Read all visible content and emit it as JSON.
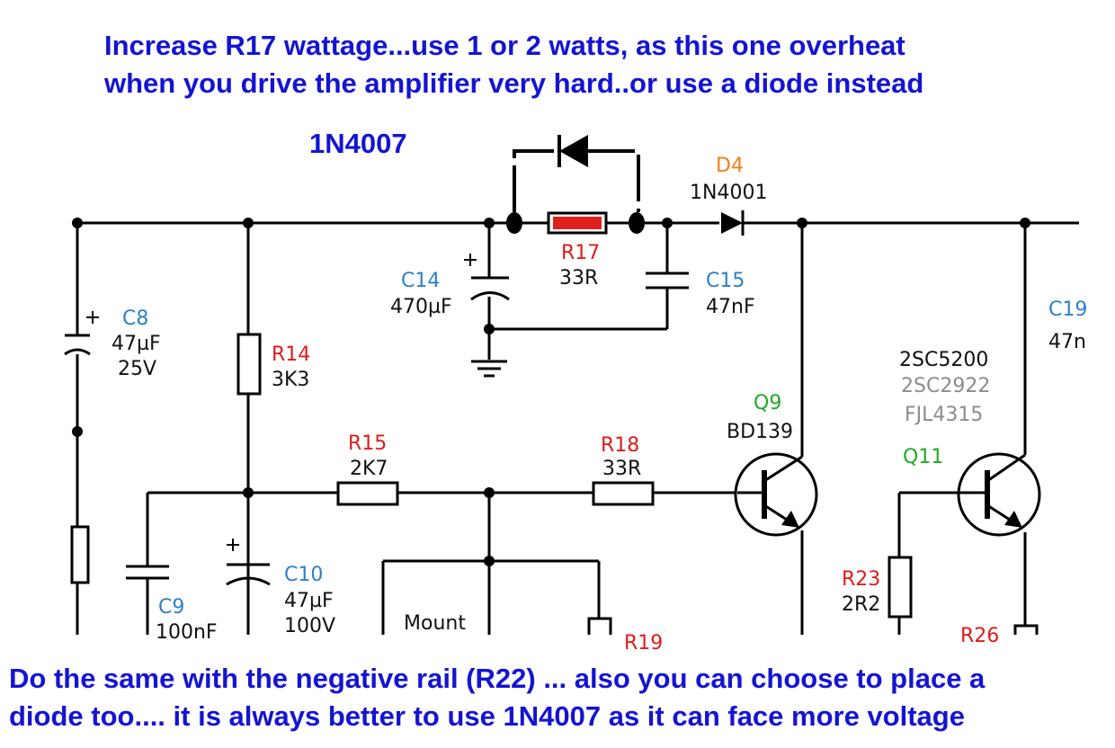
{
  "notes": {
    "top_line1": "Increase R17 wattage...use 1 or 2 watts, as this one overheat",
    "top_line2": "when you drive the amplifier very hard..or use a diode instead",
    "diode_label": "1N4007",
    "bottom_line1": "Do the same with the negative rail (R22) ... also you can choose to place a",
    "bottom_line2": "diode too.... it is always better to use 1N4007 as it can face more voltage"
  },
  "components": {
    "c8": {
      "name": "C8",
      "value": "47µF",
      "voltage": "25V"
    },
    "r14": {
      "name": "R14",
      "value": "3K3"
    },
    "c14": {
      "name": "C14",
      "value": "470µF"
    },
    "r17": {
      "name": "R17",
      "value": "33R"
    },
    "c15": {
      "name": "C15",
      "value": "47nF"
    },
    "d4": {
      "name": "D4",
      "value": "1N4001"
    },
    "c19": {
      "name": "C19",
      "value": "47n"
    },
    "q9": {
      "name": "Q9",
      "value": "BD139"
    },
    "q11": {
      "name": "Q11",
      "part": "2SC5200",
      "alt1": "2SC2922",
      "alt2": "FJL4315"
    },
    "r15": {
      "name": "R15",
      "value": "2K7"
    },
    "r18": {
      "name": "R18",
      "value": "33R"
    },
    "c9": {
      "name": "C9",
      "value": "100nF"
    },
    "c10": {
      "name": "C10",
      "value": "47µF",
      "voltage": "100V"
    },
    "mount": {
      "label": "Mount"
    },
    "r19": {
      "name": "R19"
    },
    "r23": {
      "name": "R23",
      "value": "2R2"
    },
    "r26": {
      "name": "R26"
    }
  },
  "colors": {
    "note_text": "#1414d2",
    "capacitor_label": "#2f7fc8",
    "resistor_label": "#e01b1b",
    "transistor_label": "#22aa22",
    "diode_label": "#f07f1a",
    "r17_fill": "#e02020",
    "wire": "#000000"
  }
}
